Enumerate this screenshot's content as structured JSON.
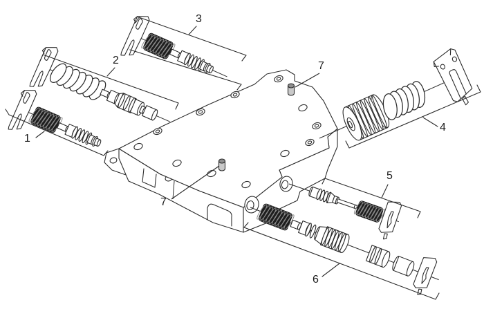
{
  "figure": {
    "type": "exploded-parts-diagram",
    "subject": "transmission-valve-body-exploded-view",
    "background": "#ffffff",
    "line_color": "#2b2b2b",
    "spring_dark_color": "#1e1e1e",
    "callouts": [
      {
        "label": "1"
      },
      {
        "label": "2"
      },
      {
        "label": "3"
      },
      {
        "label": "4"
      },
      {
        "label": "5"
      },
      {
        "label": "6"
      },
      {
        "label": "7"
      },
      {
        "label": "7"
      }
    ]
  }
}
